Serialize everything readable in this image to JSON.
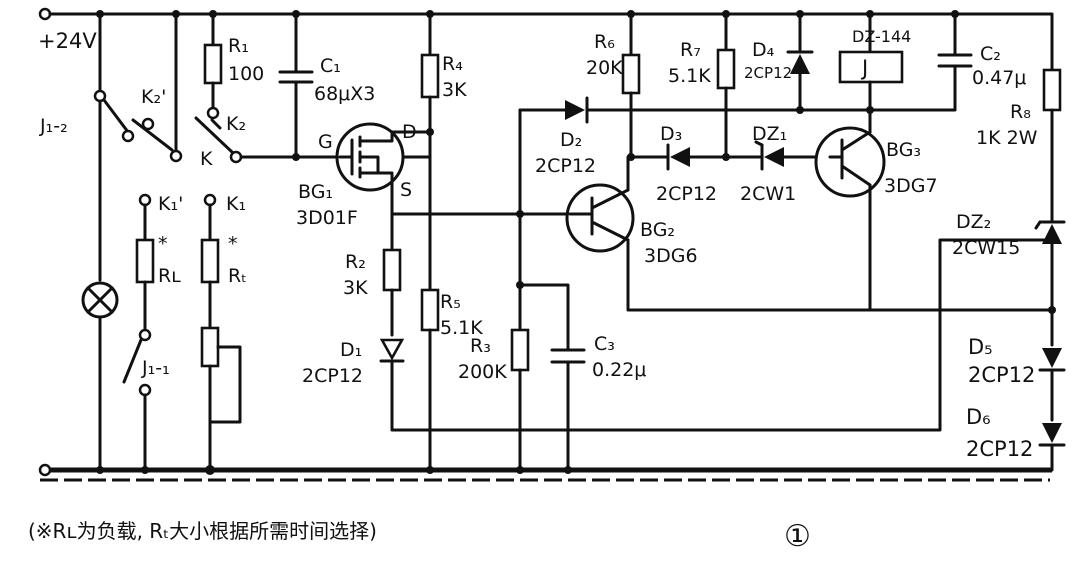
{
  "supply": "+24V",
  "labels": {
    "j12": "J₁-₂",
    "k2p": "K₂'",
    "k2": "K₂",
    "k": "K",
    "k1p": "K₁'",
    "k1": "K₁",
    "j11": "J₁-₁",
    "r1": "R₁",
    "r1v": "100",
    "c1": "C₁",
    "c1v": "68μX3",
    "g": "G",
    "d": "D",
    "s": "S",
    "bg1": "BG₁",
    "bg1v": "3D01F",
    "r4": "R₄",
    "r4v": "3K",
    "r2": "R₂",
    "r2v": "3K",
    "d1": "D₁",
    "d1v": "2CP12",
    "r5": "R₅",
    "r5v": "5.1K",
    "rl_star": "*",
    "rl": "Rʟ",
    "rt_star": "*",
    "rt": "Rₜ",
    "r6": "R₆",
    "r6v": "20K",
    "r7": "R₇",
    "r7v": "5.1K",
    "d4": "D₄",
    "d4v": "2CP12",
    "relay": "DZ-144",
    "j": "J",
    "c2": "C₂",
    "c2v": "0.47μ",
    "r8": "R₈",
    "r8v": "1K 2W",
    "d2": "D₂",
    "d2v": "2CP12",
    "d3": "D₃",
    "d3v": "2CP12",
    "dz1": "DZ₁",
    "dz1v": "2CW1",
    "bg3": "BG₃",
    "bg3v": "3DG7",
    "bg2": "BG₂",
    "bg2v": "3DG6",
    "dz2": "DZ₂",
    "dz2v": "2CW15",
    "r3": "R₃",
    "r3v": "200K",
    "c3": "C₃",
    "c3v": "0.22μ",
    "d5": "D₅",
    "d5v": "2CP12",
    "d6": "D₆",
    "d6v": "2CP12"
  },
  "note": "(※Rʟ为负载, Rₜ大小根据所需时间选择)",
  "figure_number": "①"
}
